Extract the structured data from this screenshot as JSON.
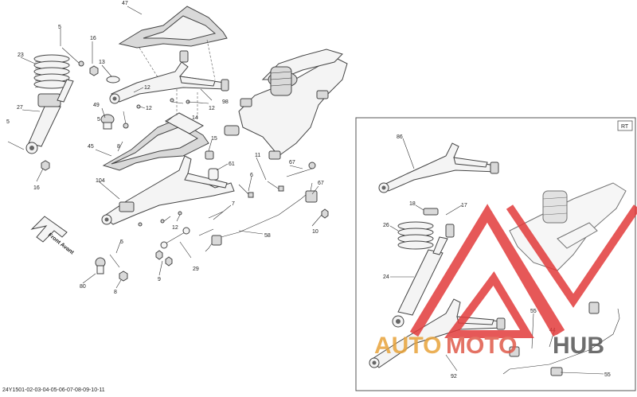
{
  "diagram": {
    "reference": "24Y1501-02-03-04-05-06-07-08-09-10-11",
    "front_arrow_text": "Front Avant",
    "inset_tag": "RT",
    "watermark": {
      "auto": "AUTO",
      "moto": "MOTO",
      "hub": "HUB",
      "auto_color": "#e8a33a",
      "moto_color": "#e05a4a",
      "hub_color": "#555555",
      "logo_color": "#e23b3b"
    },
    "callouts": {
      "p47": "47",
      "p5a": "5",
      "p16a": "16",
      "p23": "23",
      "p13": "13",
      "p12a": "12",
      "p12b": "12",
      "p12c": "12",
      "p98": "98",
      "p27": "27",
      "p49": "49",
      "p5b": "5",
      "p14": "14",
      "p8a": "8",
      "p5c": "5",
      "p45": "45",
      "p16b": "16",
      "p15": "15",
      "p61": "61",
      "p104": "104",
      "p11": "11",
      "p67a": "67",
      "p6": "6",
      "p67b": "67",
      "p7": "7",
      "p12d": "12",
      "p10": "10",
      "p58": "58",
      "p5d": "5",
      "p29": "29",
      "p9": "9",
      "p80": "80",
      "p8b": "8",
      "p86": "86",
      "p18": "18",
      "p17": "17",
      "p26": "26",
      "p24": "24",
      "p55a": "55",
      "p44": "44",
      "p92": "92",
      "p55b": "55"
    }
  }
}
